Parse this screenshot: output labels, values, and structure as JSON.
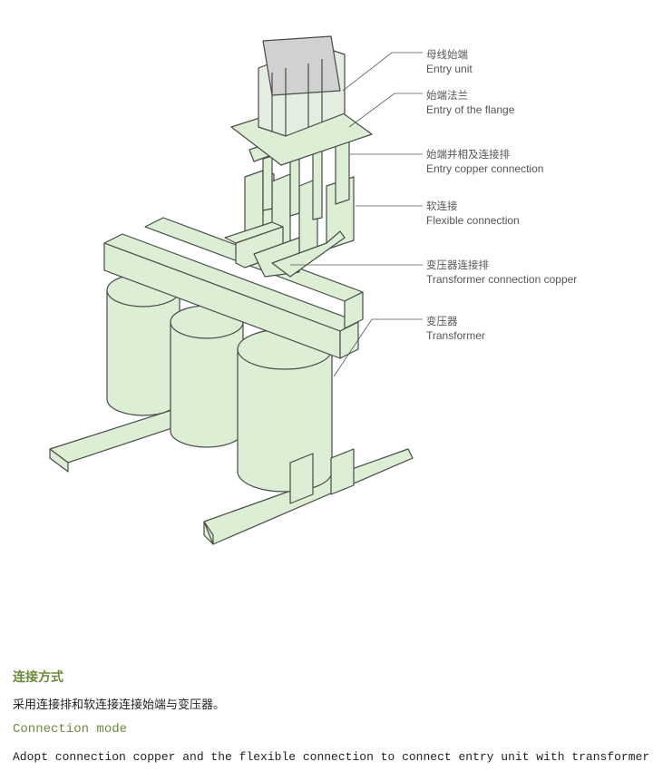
{
  "diagram": {
    "labels": [
      {
        "zh": "母线始端",
        "en": "Entry unit"
      },
      {
        "zh": "始端法兰",
        "en": "Entry of the flange"
      },
      {
        "zh": "始端并相及连接排",
        "en": "Entry copper connection"
      },
      {
        "zh": "软连接",
        "en": "Flexible connection"
      },
      {
        "zh": "变压器连接排",
        "en": "Transformer connection copper"
      },
      {
        "zh": "变压器",
        "en": "Transformer"
      }
    ],
    "colors": {
      "fill": "#dcefd4",
      "stroke": "#4a4a4a",
      "accent": "#6a8c3a"
    }
  },
  "section": {
    "title_zh": "连接方式",
    "desc_zh": "采用连接排和软连接连接始端与变压器。",
    "title_en": "Connection mode",
    "desc_en": "Adopt connection copper and the flexible connection to connect entry unit with transformer"
  }
}
